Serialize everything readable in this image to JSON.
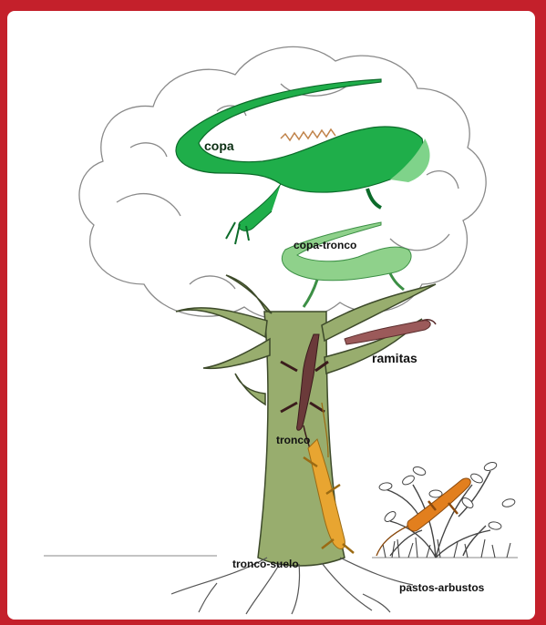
{
  "labels": {
    "copa": "copa",
    "copa_tronco": "copa-tronco",
    "ramitas": "ramitas",
    "tronco": "tronco",
    "tronco_suelo": "tronco-suelo",
    "pastos_arbustos": "pastos-arbustos"
  },
  "colors": {
    "frame": "#c4202b",
    "trunk": "#98ad6e",
    "copa_lizard": "#1fae4a",
    "copa_tronco_lizard": "#8fd18b",
    "ramitas_lizard": "#9b5a5a",
    "tronco_lizard": "#6b3a3a",
    "tronco_suelo_lizard": "#e8a531",
    "pastos_arbustos_lizard": "#e27f1e"
  }
}
